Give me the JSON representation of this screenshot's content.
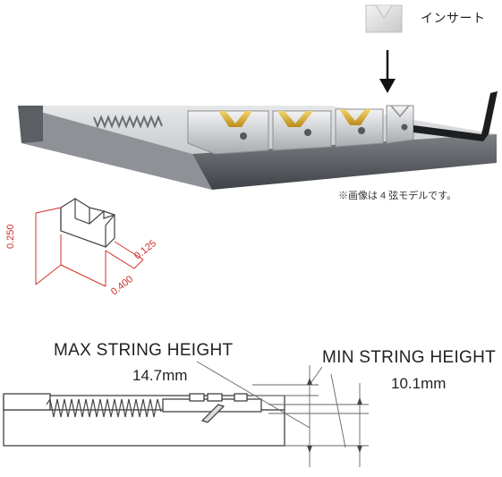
{
  "insert": {
    "label": "インサート"
  },
  "note": "※画像は 4 弦モデルです。",
  "insert_dims": {
    "height": "0.250",
    "width": "0.400",
    "depth": "0.125"
  },
  "max_height": {
    "title": "MAX STRING HEIGHT",
    "value": "14.7mm"
  },
  "min_height": {
    "title": "MIN STRING HEIGHT",
    "value": "10.1mm"
  },
  "colors": {
    "dimension": "#d0302b",
    "brass": "#d9b23a",
    "metal": "#b9bcc0"
  }
}
